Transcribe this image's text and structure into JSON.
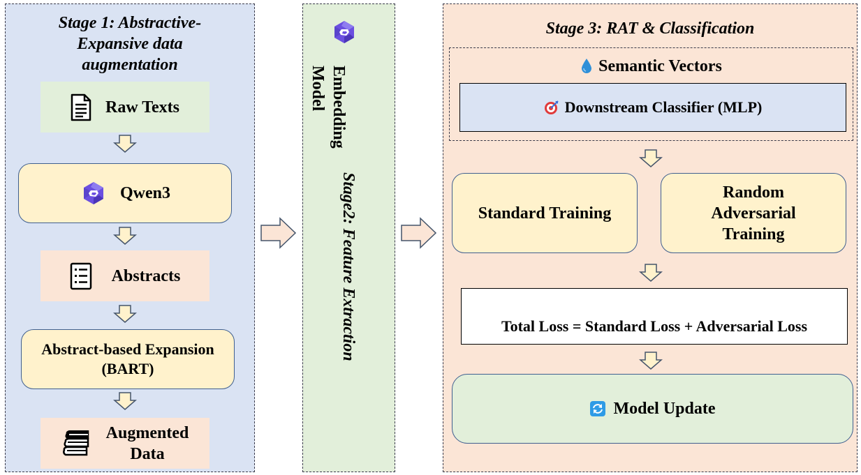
{
  "stage1": {
    "title_lines": [
      "Stage 1: Abstractive-",
      "Expansive data",
      "augmentation"
    ],
    "raw_texts": "Raw Texts",
    "qwen": "Qwen3",
    "abstracts": "Abstracts",
    "expansion_lines": [
      "Abstract-based Expansion",
      "(BART)"
    ],
    "augmented_lines": [
      "Augmented",
      "Data"
    ]
  },
  "stage2": {
    "model_lines": [
      "Embedding",
      "Model"
    ],
    "title": "Stage2: Feature Extraction"
  },
  "stage3": {
    "title": "Stage 3: RAT & Classification",
    "semantic_vectors": "Semantic Vectors",
    "classifier": "Downstream Classifier  (MLP)",
    "standard_training": "Standard Training",
    "rat_lines": [
      "Random",
      "Adversarial",
      "Training"
    ],
    "total_loss": "Total Loss = Standard Loss + Adversarial Loss",
    "model_update": "Model Update"
  },
  "icons": [
    "document-icon",
    "qwen-logo-icon",
    "list-icon",
    "books-icon",
    "droplet-icon",
    "target-icon",
    "refresh-icon",
    "arrow-down-icon",
    "arrow-right-icon"
  ],
  "colors": {
    "stage1_bg": "#dae3f3",
    "stage2_bg": "#e2efda",
    "stage3_bg": "#fbe5d6",
    "box_yellow": "#fff2cc",
    "box_green": "#e2efda",
    "box_peach": "#fbe5d6",
    "arrow_fill": "#fff2cc",
    "arrow_stroke": "#44546a",
    "qwen_purple": "#6b4fe0"
  }
}
